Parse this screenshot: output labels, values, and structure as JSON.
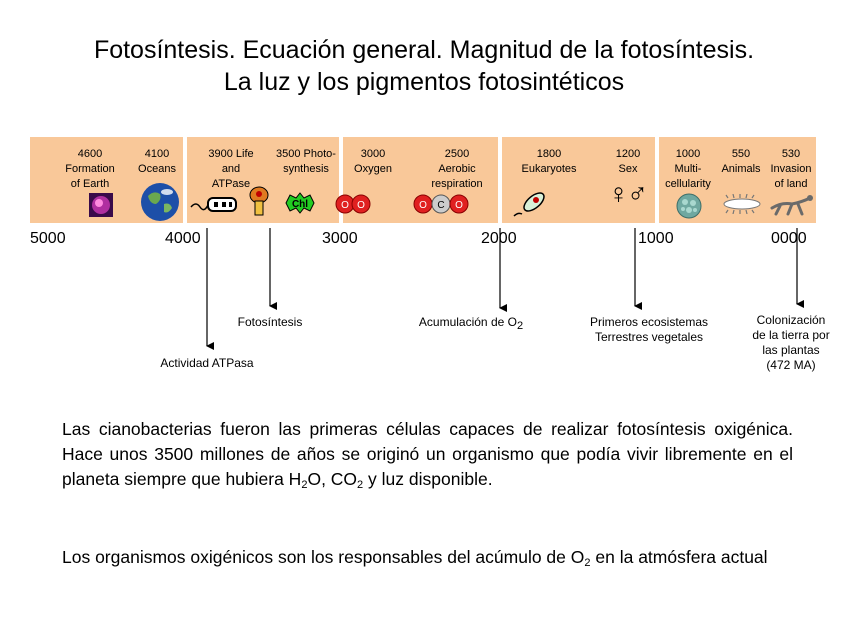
{
  "title": {
    "line1": "Fotosíntesis. Ecuación general. Magnitud de la fotosíntesis.",
    "line2": "La luz y los pigmentos fotosintéticos"
  },
  "timeline": {
    "band_color": "#f9c899",
    "events": [
      {
        "text": "4600\nFormation\nof Earth"
      },
      {
        "text": "4100\nOceans"
      },
      {
        "text": "3900 Life\nand\nATPase"
      },
      {
        "text": "3500 Photo-\nsynthesis"
      },
      {
        "text": "3000\nOxygen"
      },
      {
        "text": "2500\nAerobic\nrespiration"
      },
      {
        "text": "1800\nEukaryotes"
      },
      {
        "text": "1200\nSex"
      },
      {
        "text": "1000\nMulti-\ncellularity"
      },
      {
        "text": "550\nAnimals"
      },
      {
        "text": "530\nInvasion\nof land"
      }
    ],
    "ticks": [
      "5000",
      "4000",
      "3000",
      "2000",
      "1000",
      "0000"
    ],
    "icons": {
      "chl_label": "Chl",
      "oxygen_symbol": "O",
      "carbon_symbol": "C",
      "sex_symbols": "♀♂"
    }
  },
  "annotations": {
    "atpasa": "Actividad ATPasa",
    "fotosintesis": "Fotosíntesis",
    "acumulacion_prefix": "Acumulación de O",
    "acumulacion_sub": "2",
    "ecosistemas_line1": "Primeros ecosistemas",
    "ecosistemas_line2": "Terrestres vegetales",
    "colonizacion_line1": "Colonización",
    "colonizacion_line2": "de la tierra por",
    "colonizacion_line3": "las plantas",
    "colonizacion_line4": "(472 MA)"
  },
  "paragraph1": {
    "t1": "Las cianobacterias fueron las primeras células capaces de realizar fotosíntesis oxigénica. Hace unos 3500 millones de años se originó un organismo que podía vivir libremente en el planeta siempre que hubiera H",
    "s1": "2",
    "t2": "O, CO",
    "s2": "2",
    "t3": " y luz disponible."
  },
  "paragraph2": {
    "t1": "Los organismos oxigénicos son los responsables del acúmulo de O",
    "s1": "2",
    "t2": " en la atmósfera actual"
  }
}
